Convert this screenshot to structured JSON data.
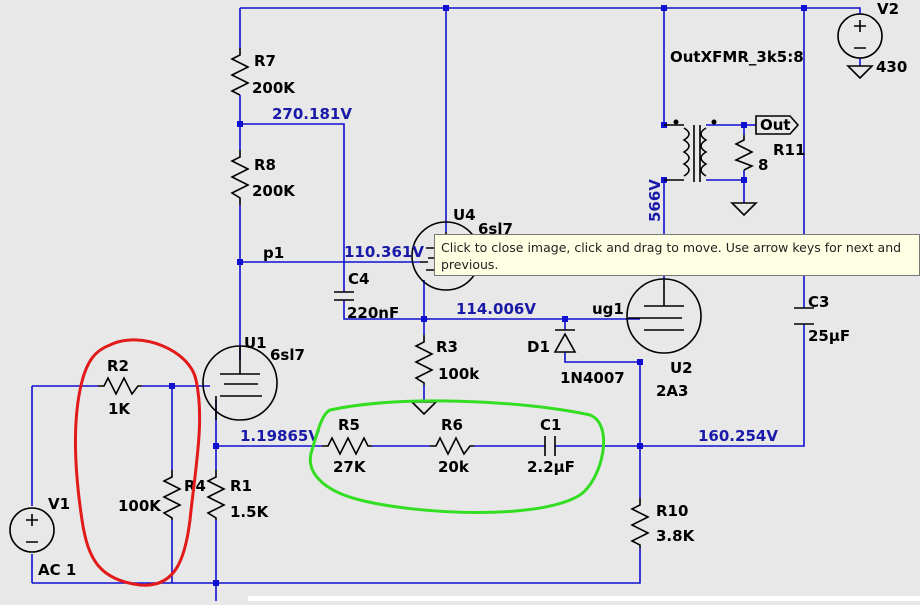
{
  "tooltip": {
    "text": "Click to close image, click and drag to move. Use arrow keys for next and previous."
  },
  "voltages": {
    "v_270": "270.181V",
    "v_110": "110.361V",
    "v_114": "114.006V",
    "v_1_19": "1.19865V",
    "v_160": "160.254V",
    "v_566": "566V"
  },
  "components": {
    "r7": {
      "name": "R7",
      "value": "200K"
    },
    "r8": {
      "name": "R8",
      "value": "200K"
    },
    "r3": {
      "name": "R3",
      "value": "100k"
    },
    "r2": {
      "name": "R2",
      "value": "1K"
    },
    "r4": {
      "name": "R4",
      "value": "100K"
    },
    "r1": {
      "name": "R1",
      "value": "1.5K"
    },
    "r5": {
      "name": "R5",
      "value": "27K"
    },
    "r6": {
      "name": "R6",
      "value": "20k"
    },
    "r10": {
      "name": "R10",
      "value": "3.8K"
    },
    "r11": {
      "name": "R11",
      "value": "8"
    },
    "c1": {
      "name": "C1",
      "value": "2.2µF"
    },
    "c3": {
      "name": "C3",
      "value": "25µF"
    },
    "c4": {
      "name": "C4",
      "value": "220nF"
    },
    "d1": {
      "name": "D1",
      "value": "1N4007"
    },
    "u1": {
      "name": "U1",
      "value": "6sl7"
    },
    "u2": {
      "name": "U2",
      "value": "2A3"
    },
    "u4": {
      "name": "U4",
      "value": "6sl7"
    },
    "v1": {
      "name": "V1",
      "value": "AC 1"
    },
    "v2": {
      "name": "V2",
      "value": "430"
    },
    "xfmr": {
      "name": "OutXFMR_3k5:8"
    }
  },
  "nets": {
    "p1": "p1",
    "ug1": "ug1",
    "out": "Out"
  },
  "annotations": {
    "red_color": "#e21a1a",
    "green_color": "#33dd22"
  }
}
